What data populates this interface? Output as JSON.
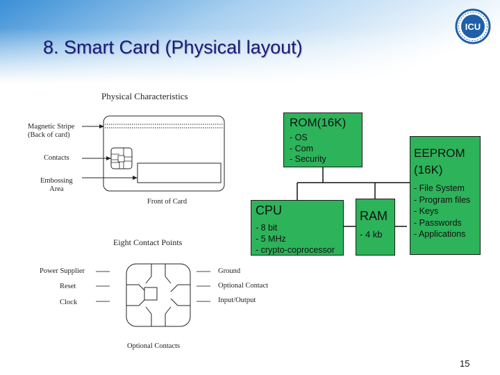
{
  "slide": {
    "title": "8. Smart Card (Physical layout)",
    "page_number": "15",
    "logo_text": "ICU"
  },
  "card_figure": {
    "heading": "Physical Characteristics",
    "labels": {
      "magnetic_stripe_line1": "Magnetic Stripe",
      "magnetic_stripe_line2": "(Back of card)",
      "contacts": "Contacts",
      "embossing_line1": "Embossing",
      "embossing_line2": "Area",
      "front_of_card": "Front of Card"
    }
  },
  "contacts_figure": {
    "heading": "Eight Contact Points",
    "left_labels": [
      "Power Supplier",
      "Reset",
      "Clock"
    ],
    "right_labels": [
      "Ground",
      "Optional Contact",
      "Input/Output"
    ],
    "bottom_label": "Optional Contacts"
  },
  "memory_blocks": {
    "rom": {
      "title": "ROM(16K)",
      "items": [
        "- OS",
        "- Com",
        "- Security"
      ]
    },
    "eeprom": {
      "title_line1": "EEPROM",
      "title_line2": "(16K)",
      "items": [
        "- File System",
        "- Program files",
        "- Keys",
        "- Passwords",
        "- Applications"
      ]
    },
    "cpu": {
      "title": "CPU",
      "items": [
        "- 8 bit",
        "- 5 MHz",
        "- crypto-coprocessor"
      ]
    },
    "ram": {
      "title": "RAM",
      "items": [
        "- 4 kb"
      ]
    }
  },
  "colors": {
    "block_fill": "#2db35a",
    "title_text": "#1a1a7a",
    "header_gradient_start": "#3a8fd6"
  }
}
